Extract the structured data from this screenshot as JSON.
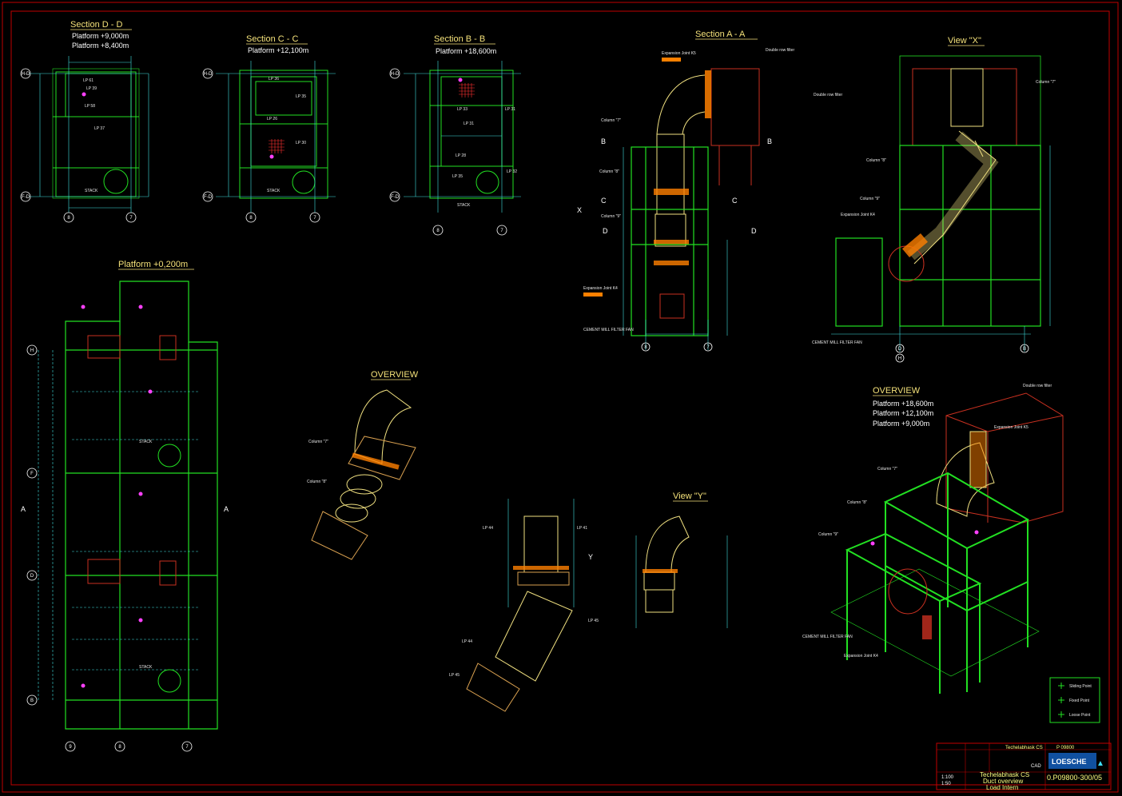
{
  "colors": {
    "background": "#000000",
    "frame": "#c00000",
    "structure": "#22e022",
    "dimension": "#40e0e0",
    "duct": "#f0e080",
    "filter": "#c83020",
    "label": "#ffffff",
    "title": "#f5e27a",
    "marker": "#ff40ff",
    "joint": "#ff8000"
  },
  "views": {
    "dd": {
      "title": "Section D - D",
      "sub1": "Platform +9,000m",
      "sub2": "Platform +8,400m",
      "grid_top": "H-D",
      "grid_bottom": "F-D",
      "col_a": "8",
      "col_b": "7",
      "stack": "STACK",
      "lp1": "LP 61",
      "lp2": "LP 39",
      "lp3": "LP 58",
      "lp4": "LP 37"
    },
    "cc": {
      "title": "Section C - C",
      "sub1": "Platform +12,100m",
      "grid_top": "H-D",
      "grid_bottom": "F-D",
      "col_a": "8",
      "col_b": "7",
      "stack": "STACK",
      "lp1": "LP 36",
      "lp2": "LP 35",
      "lp3": "LP 26",
      "lp4": "LP 30"
    },
    "bb": {
      "title": "Section B - B",
      "sub1": "Platform +18,600m",
      "grid_top": "H-D",
      "grid_bottom": "F-D",
      "col_a": "8",
      "col_b": "7",
      "stack": "STACK",
      "lp1": "LP 33",
      "lp2": "LP 31",
      "lp3": "LP 31",
      "lp4": "LP 28",
      "lp5": "LP 35",
      "lp6": "LP 32"
    },
    "aa": {
      "title": "Section A - A",
      "joint": "Expansion Joint K5",
      "filter": "Double row filter",
      "col7": "Column \"7\"",
      "col8": "Column \"8\"",
      "col9": "Column \"9\"",
      "joint2": "Expansion Joint K4",
      "fan": "CEMENT MILL FILTER FAN",
      "b": "B",
      "c": "C",
      "d": "D",
      "x": "X",
      "col_a": "8",
      "col_b": "7"
    },
    "vx": {
      "title": "View \"X\"",
      "filter": "Double row filter",
      "col7": "Column \"7\"",
      "col8": "Column \"8\"",
      "col9": "Column \"9\"",
      "joint": "Expansion Joint K4",
      "fan": "CEMENT MILL FILTER FAN",
      "grid_d": "D",
      "grid_h": "H",
      "grid_b": "B"
    },
    "plan": {
      "title": "Platform +0,200m",
      "grid_h": "H",
      "grid_f": "F",
      "grid_d": "D",
      "grid_b": "B",
      "col_9": "9",
      "col_8": "8",
      "col_7": "7",
      "stack1": "STACK",
      "stack2": "STACK",
      "a": "A"
    },
    "ov1": {
      "title": "OVERVIEW",
      "col7": "Column \"7\"",
      "col8": "Column \"8\""
    },
    "vy": {
      "title": "View \"Y\"",
      "lp1": "LP 44",
      "lp2": "LP 41",
      "lp3": "LP 45",
      "lp4": "LP 44",
      "lp5": "LP 45",
      "y": "Y"
    },
    "ov2": {
      "title": "OVERVIEW",
      "p1": "Platform +18,600m",
      "p2": "Platform +12,100m",
      "p3": "Platform +9,000m",
      "filter": "Double row filter",
      "joint": "Expansion Joint K5",
      "col7": "Column \"7\"",
      "col8": "Column \"8\"",
      "col9": "Column \"9\"",
      "fan": "CEMENT MILL FILTER FAN",
      "joint2": "Expansion Joint K4"
    },
    "legend": {
      "l1": "Sliding Point",
      "l2": "Fixed Point",
      "l3": "Loose Point"
    }
  },
  "title_block": {
    "project": "Techelabhask CS",
    "drawing_no": "P 09800",
    "company": "LOESCHE",
    "desc1": "Techelabhask CS",
    "desc2": "Duct overview",
    "desc3": "Load Intern",
    "scale1": "1:100",
    "scale2": "1:50",
    "number": "0.P09800-300/05",
    "cad": "CAD"
  }
}
